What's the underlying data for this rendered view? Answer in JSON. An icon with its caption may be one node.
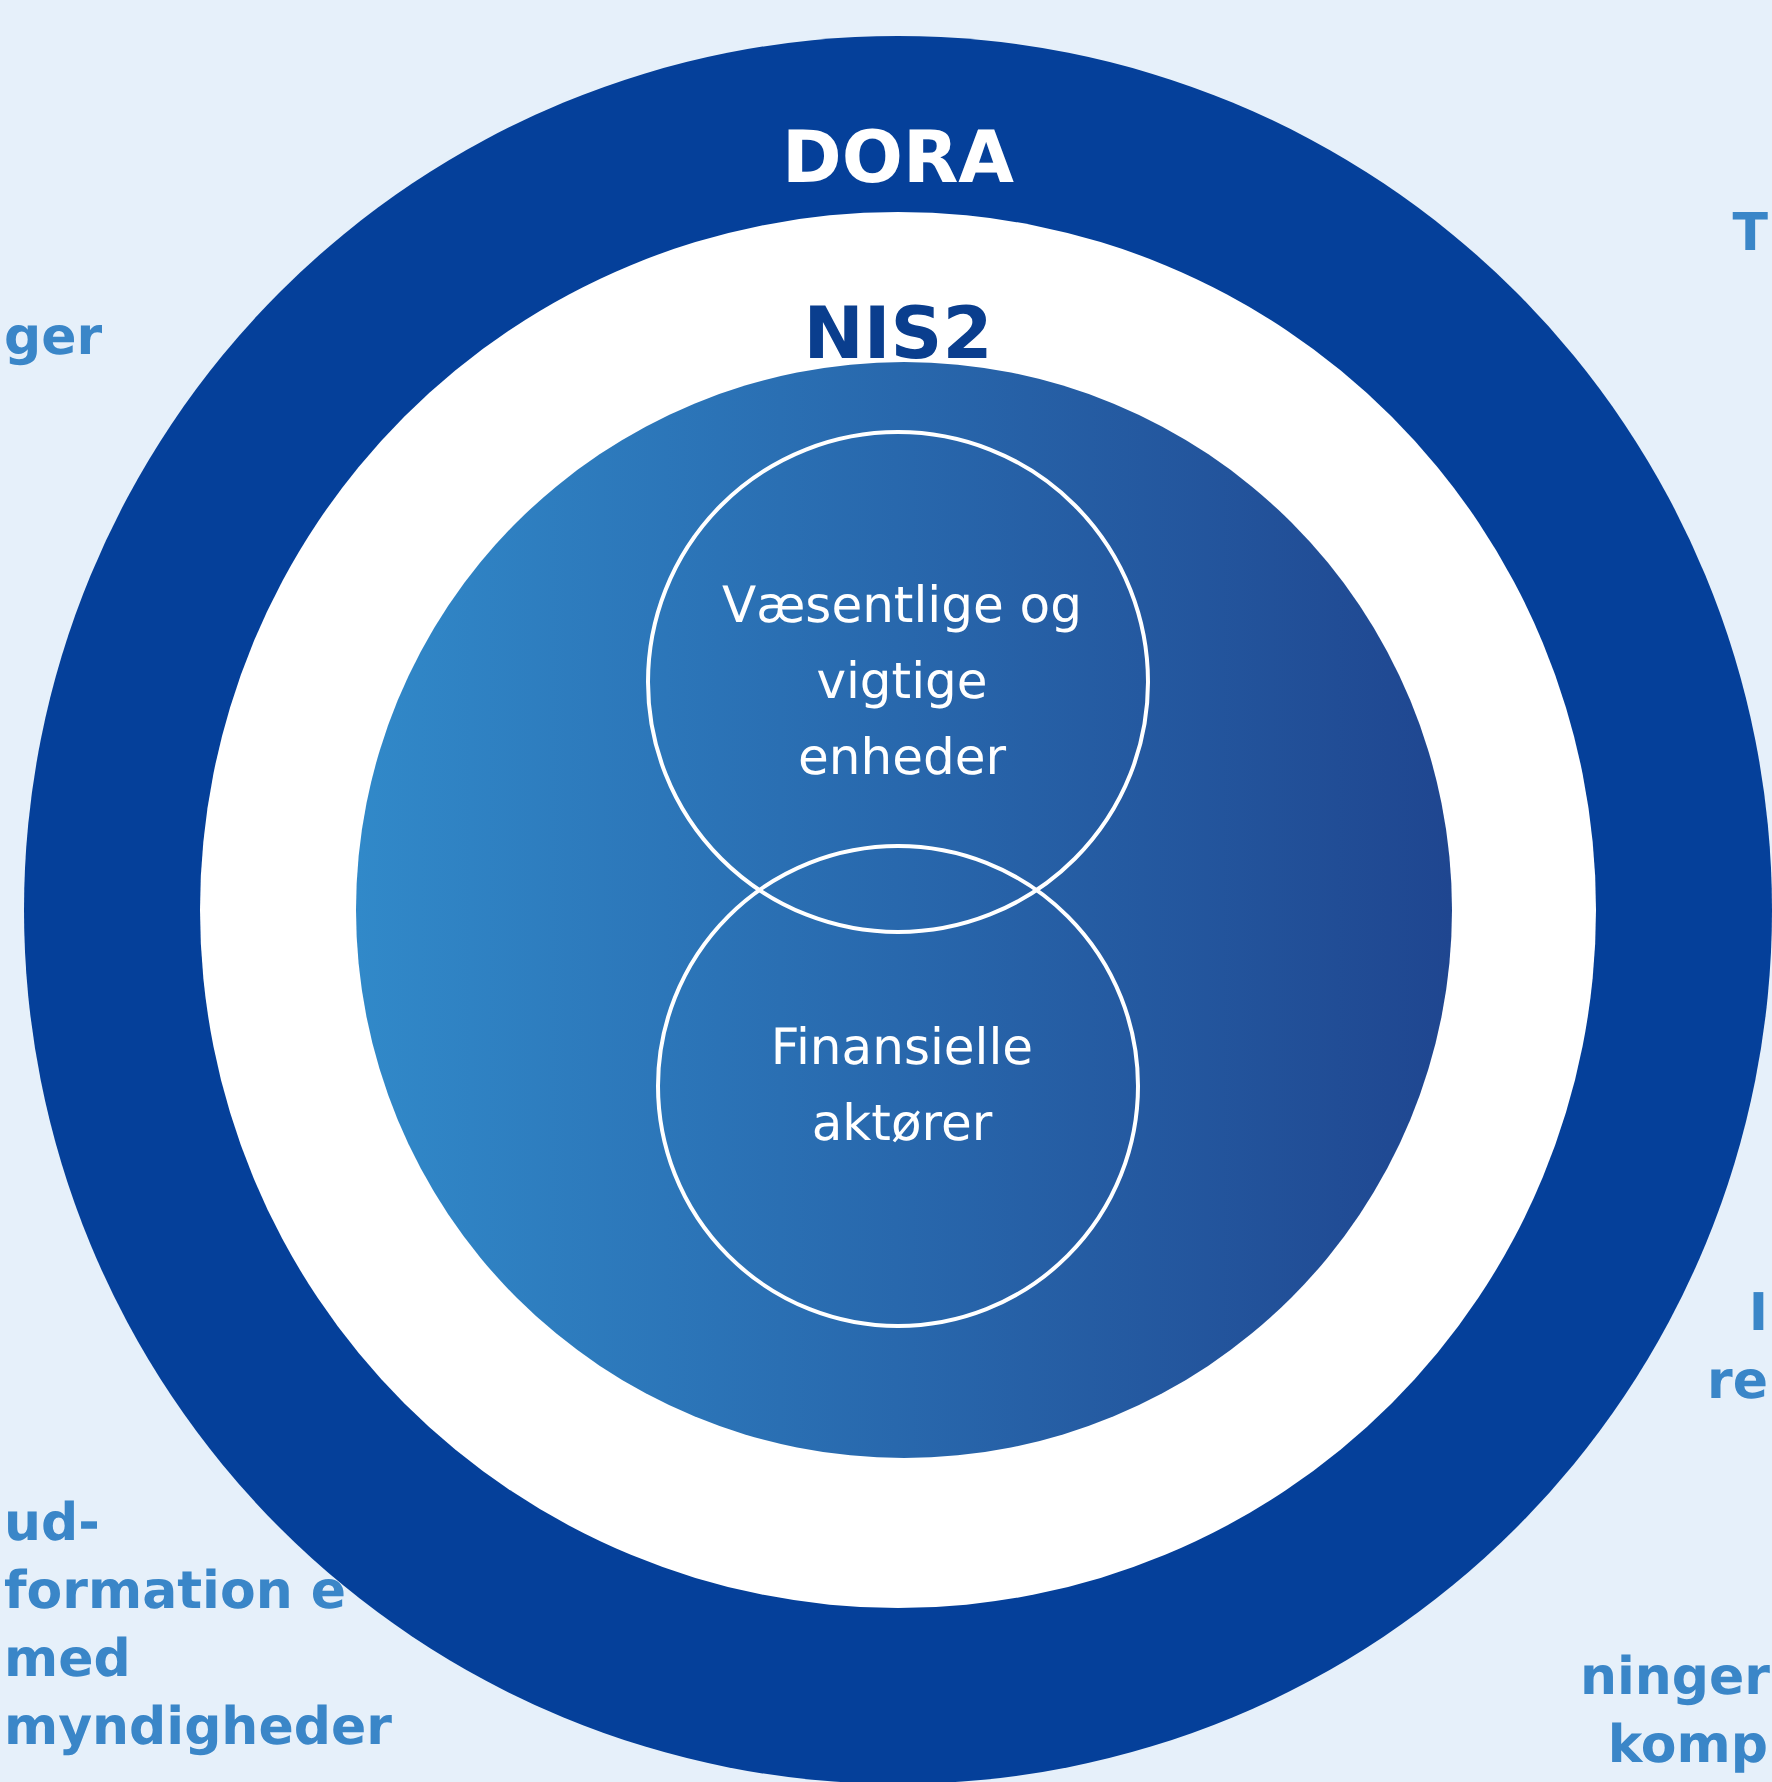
{
  "diagram": {
    "nodes": [
      {
        "text": [
          "DORA"
        ]
      },
      {
        "text": [
          "NIS2"
        ],
        "in": 0
      },
      {
        "text": [],
        "shape": "circle",
        "in": 1
      },
      {
        "text": [
          "Væsentlige og vigtige enheder"
        ],
        "in": 2
      },
      {
        "text": [
          "Finansielle aktører"
        ],
        "in": 2
      }
    ],
    "edges": [],
    "labels": [
      "ger",
      "T",
      "ud- formation e med myndigheder",
      "I re",
      "ninger komp"
    ]
  }
}
